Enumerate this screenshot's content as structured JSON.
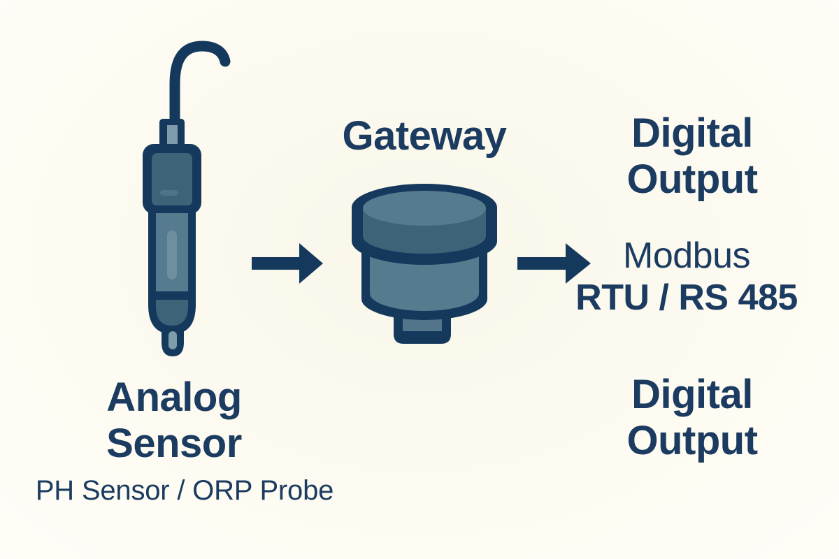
{
  "palette": {
    "background": "#fffdf6",
    "outline_navy": "#15395d",
    "text_navy": "#1b3b60",
    "steel_dark": "#3d6379",
    "steel_light": "#567a8e",
    "steel_lighter": "#7f9cab"
  },
  "icons": {
    "sensor": "ph-probe-icon",
    "gateway": "gateway-device-icon",
    "arrow": "arrow-right-icon"
  },
  "nodes": {
    "analog_sensor": {
      "label_line1": "Analog",
      "label_line2": "Sensor",
      "sublabel": "PH Sensor / ORP Probe"
    },
    "gateway": {
      "label": "Gateway"
    },
    "output_top": {
      "label_line1": "Digital",
      "label_line2": "Output"
    },
    "protocol": {
      "line1": "Modbus",
      "line2": "RTU / RS 485"
    },
    "output_bottom": {
      "label_line1": "Digital",
      "label_line2": "Output"
    }
  }
}
